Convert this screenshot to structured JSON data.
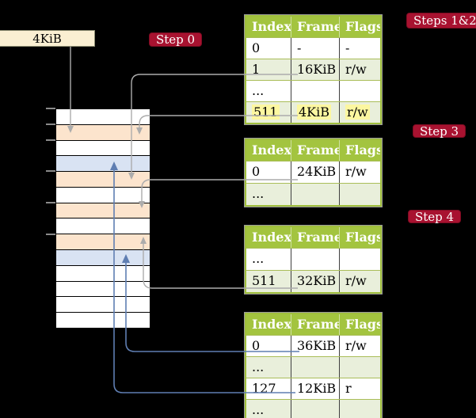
{
  "legend": {
    "page_size_label": "4KiB"
  },
  "steps": [
    {
      "label": "Step 0"
    },
    {
      "label": "Steps 1&2"
    },
    {
      "label": "Step 3"
    },
    {
      "label": "Step 4"
    }
  ],
  "tables": [
    {
      "headers": [
        "Index",
        "Frame",
        "Flags"
      ],
      "rows": [
        {
          "cells": [
            "0",
            "-",
            "-"
          ],
          "tint": false
        },
        {
          "cells": [
            "1",
            "16KiB",
            "r/w"
          ],
          "tint": true
        },
        {
          "cells": [
            "...",
            "",
            ""
          ],
          "tint": false
        },
        {
          "cells": [
            "511",
            "4KiB",
            "r/w"
          ],
          "tint": true,
          "highlight": true
        }
      ]
    },
    {
      "headers": [
        "Index",
        "Frame",
        "Flags"
      ],
      "rows": [
        {
          "cells": [
            "0",
            "24KiB",
            "r/w"
          ],
          "tint": false
        },
        {
          "cells": [
            "...",
            "",
            ""
          ],
          "tint": true
        }
      ]
    },
    {
      "headers": [
        "Index",
        "Frame",
        "Flags"
      ],
      "rows": [
        {
          "cells": [
            "...",
            "",
            ""
          ],
          "tint": false
        },
        {
          "cells": [
            "511",
            "32KiB",
            "r/w"
          ],
          "tint": true
        }
      ]
    },
    {
      "headers": [
        "Index",
        "Frame",
        "Flags"
      ],
      "rows": [
        {
          "cells": [
            "0",
            "36KiB",
            "r/w"
          ],
          "tint": false
        },
        {
          "cells": [
            "...",
            "",
            ""
          ],
          "tint": true
        },
        {
          "cells": [
            "127",
            "12KiB",
            "r"
          ],
          "tint": false
        },
        {
          "cells": [
            "...",
            "",
            ""
          ],
          "tint": true
        }
      ]
    }
  ],
  "memory": {
    "rows": [
      "white",
      "orange",
      "white",
      "blue",
      "orange",
      "white",
      "orange",
      "white",
      "orange",
      "blue",
      "white",
      "white",
      "white",
      "white"
    ]
  },
  "palette": {
    "background": "#000000",
    "table_header_green": "#a3c43f",
    "table_row_tint": "#e9efdb",
    "highlight_yellow": "#fcf7a0",
    "badge_red": "#a81230",
    "memory_frame_orange": "#fce4cd",
    "memory_frame_blue": "#d9e3f3",
    "label_box_cream": "#faefd2",
    "wire_gray": "#acacac",
    "wire_blue": "#5f7eb2"
  }
}
